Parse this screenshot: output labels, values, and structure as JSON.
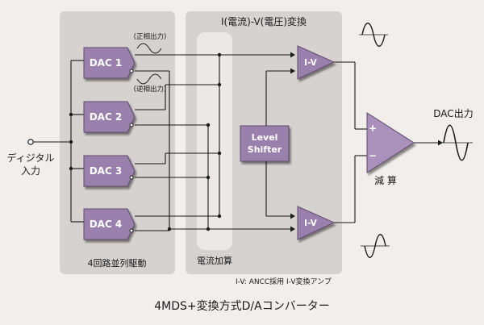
{
  "panels": {
    "parallel_drive": "4回路並列駆動",
    "iv_conversion": "I(電流)-V(電圧)変換",
    "current_sum": "電流加算"
  },
  "blocks": {
    "dac1": "DAC 1",
    "dac2": "DAC 2",
    "dac3": "DAC 3",
    "dac4": "DAC 4",
    "level_shifter_line1": "Level",
    "level_shifter_line2": "Shifter",
    "iv_top": "I-V",
    "iv_bottom": "I-V"
  },
  "labels": {
    "positive_phase": "(正相出力)",
    "negative_phase": "(逆相出力)",
    "digital_input_line1": "ディジタル",
    "digital_input_line2": "入力",
    "subtract": "減 算",
    "dac_output": "DAC出力",
    "plus": "+",
    "minus": "−",
    "footnote": "I-V: ANCC採用 I-V変換アンプ",
    "title": "4MDS+変換方式D/Aコンバーター"
  },
  "colors": {
    "panel": "#d6d2cf",
    "panel_light": "#ece8e5",
    "block_purple": "#9a80ac",
    "block_dark": "#5e4b6d",
    "subtractor": "#a991bb"
  }
}
